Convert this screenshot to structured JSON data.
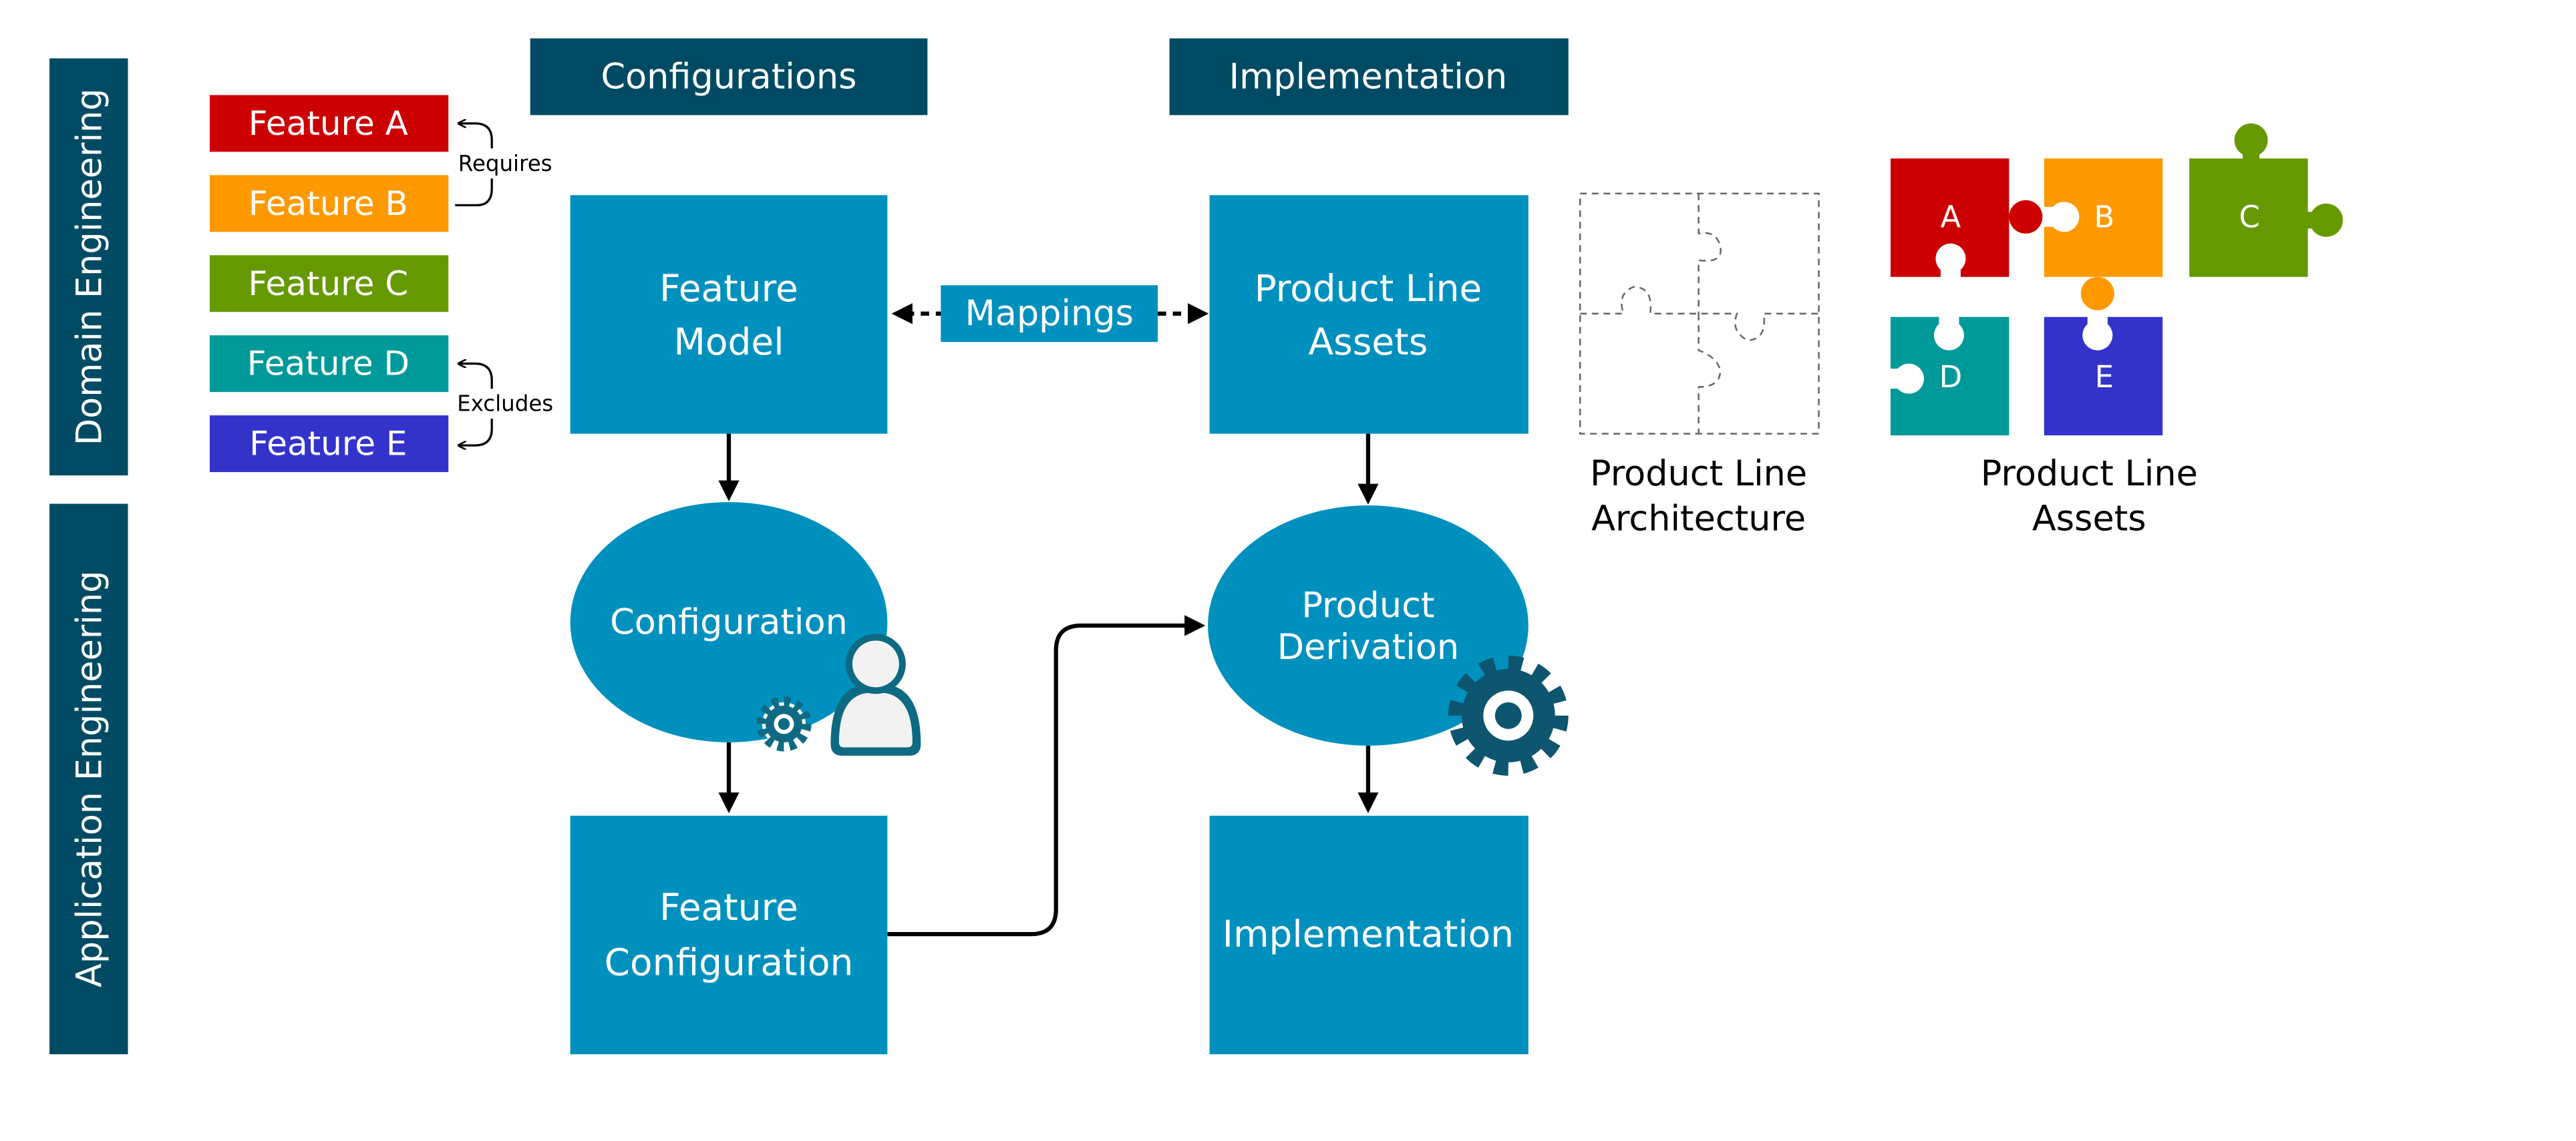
{
  "colors": {
    "dark_teal": "#004B63",
    "box_blue": "#0090BE",
    "red": "#CC0000",
    "orange": "#FF9900",
    "green": "#669900",
    "teal": "#009999",
    "blue": "#3333CC",
    "white": "#FFFFFF",
    "black": "#000000"
  },
  "headers": {
    "configurations": "Configurations",
    "implementation": "Implementation"
  },
  "sidebars": {
    "domain": "Domain Engineering",
    "application": "Application Engineering"
  },
  "features": [
    {
      "label": "Feature A",
      "color": "#CC0000"
    },
    {
      "label": "Feature B",
      "color": "#FF9900"
    },
    {
      "label": "Feature C",
      "color": "#669900"
    },
    {
      "label": "Feature D",
      "color": "#009999"
    },
    {
      "label": "Feature E",
      "color": "#3333CC"
    }
  ],
  "relations": {
    "requires": "Requires",
    "excludes": "Excludes"
  },
  "nodes": {
    "feature_model": [
      "Feature",
      "Model"
    ],
    "product_line_assets": [
      "Product Line",
      "Assets"
    ],
    "mappings": "Mappings",
    "configuration": "Configuration",
    "product_derivation": [
      "Product",
      "Derivation"
    ],
    "feature_configuration": [
      "Feature",
      "Configuration"
    ],
    "implementation": "Implementation"
  },
  "architecture": {
    "caption": [
      "Product Line",
      "Architecture"
    ]
  },
  "assets": {
    "caption": [
      "Product Line",
      "Assets"
    ],
    "pieces": [
      {
        "letter": "A",
        "color": "#CC0000"
      },
      {
        "letter": "B",
        "color": "#FF9900"
      },
      {
        "letter": "C",
        "color": "#669900"
      },
      {
        "letter": "D",
        "color": "#009999"
      },
      {
        "letter": "E",
        "color": "#3333CC"
      }
    ]
  },
  "icons": {
    "user": "user-icon",
    "gear_small": "gear-icon",
    "gear_large": "gear-icon"
  }
}
